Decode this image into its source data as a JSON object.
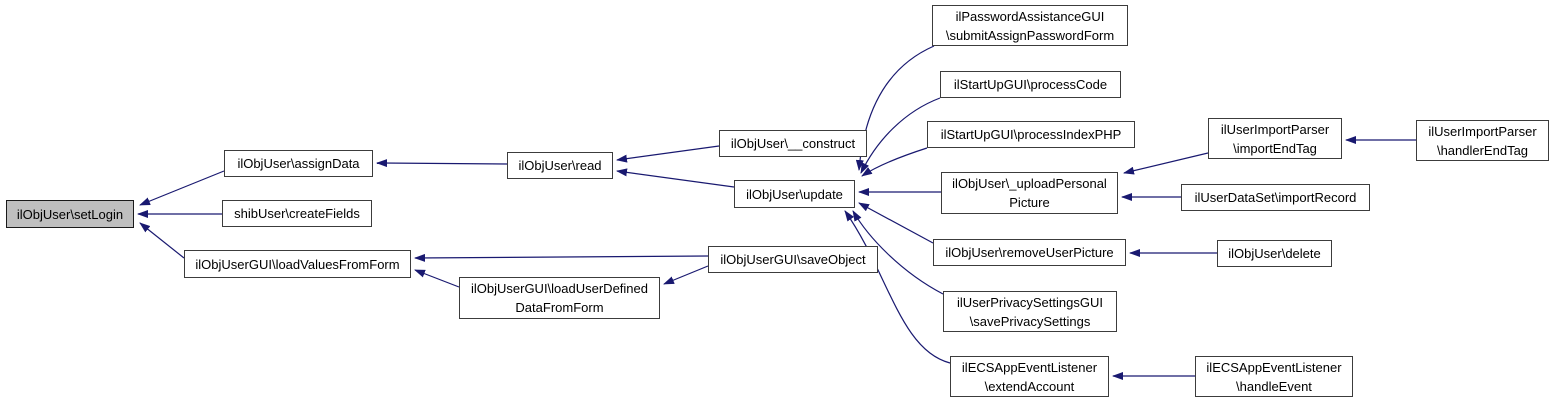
{
  "diagram": {
    "type": "caller-graph",
    "background_color": "#ffffff",
    "edge_color": "#191970",
    "node_fill": "#ffffff",
    "node_border": "#3c3c3c",
    "highlight_fill": "#bfbfbf",
    "nodes": {
      "setLogin": {
        "label": "ilObjUser\\setLogin",
        "highlighted": true
      },
      "assignData": {
        "label": "ilObjUser\\assignData"
      },
      "createFields": {
        "label": "shibUser\\createFields"
      },
      "loadValuesFromForm": {
        "label": "ilObjUserGUI\\loadValuesFromForm"
      },
      "read": {
        "label": "ilObjUser\\read"
      },
      "construct": {
        "label": "ilObjUser\\__construct"
      },
      "update": {
        "label": "ilObjUser\\update"
      },
      "saveObject": {
        "label": "ilObjUserGUI\\saveObject"
      },
      "loadUserDefinedDataFromForm": {
        "label": "ilObjUserGUI\\loadUserDefined\nDataFromForm"
      },
      "submitAssignPasswordForm": {
        "label": "ilPasswordAssistanceGUI\n\\submitAssignPasswordForm"
      },
      "processCode": {
        "label": "ilStartUpGUI\\processCode"
      },
      "processIndexPHP": {
        "label": "ilStartUpGUI\\processIndexPHP"
      },
      "uploadPersonalPicture": {
        "label": "ilObjUser\\_uploadPersonal\nPicture"
      },
      "removeUserPicture": {
        "label": "ilObjUser\\removeUserPicture"
      },
      "savePrivacySettings": {
        "label": "ilUserPrivacySettingsGUI\n\\savePrivacySettings"
      },
      "extendAccount": {
        "label": "ilECSAppEventListener\n\\extendAccount"
      },
      "importEndTag": {
        "label": "ilUserImportParser\n\\importEndTag"
      },
      "importRecord": {
        "label": "ilUserDataSet\\importRecord"
      },
      "delete": {
        "label": "ilObjUser\\delete"
      },
      "handleEvent": {
        "label": "ilECSAppEventListener\n\\handleEvent"
      },
      "handlerEndTag": {
        "label": "ilUserImportParser\n\\handlerEndTag"
      }
    },
    "edges": [
      {
        "from": "assignData",
        "to": "setLogin"
      },
      {
        "from": "createFields",
        "to": "setLogin"
      },
      {
        "from": "loadValuesFromForm",
        "to": "setLogin"
      },
      {
        "from": "read",
        "to": "assignData"
      },
      {
        "from": "construct",
        "to": "read"
      },
      {
        "from": "update",
        "to": "read"
      },
      {
        "from": "submitAssignPasswordForm",
        "to": "update"
      },
      {
        "from": "processCode",
        "to": "update"
      },
      {
        "from": "processIndexPHP",
        "to": "update"
      },
      {
        "from": "uploadPersonalPicture",
        "to": "update"
      },
      {
        "from": "removeUserPicture",
        "to": "update"
      },
      {
        "from": "savePrivacySettings",
        "to": "update"
      },
      {
        "from": "extendAccount",
        "to": "update"
      },
      {
        "from": "importEndTag",
        "to": "uploadPersonalPicture"
      },
      {
        "from": "importRecord",
        "to": "uploadPersonalPicture"
      },
      {
        "from": "handlerEndTag",
        "to": "importEndTag"
      },
      {
        "from": "delete",
        "to": "removeUserPicture"
      },
      {
        "from": "handleEvent",
        "to": "extendAccount"
      },
      {
        "from": "saveObject",
        "to": "loadValuesFromForm"
      },
      {
        "from": "loadUserDefinedDataFromForm",
        "to": "loadValuesFromForm"
      },
      {
        "from": "saveObject",
        "to": "loadUserDefinedDataFromForm"
      }
    ]
  }
}
